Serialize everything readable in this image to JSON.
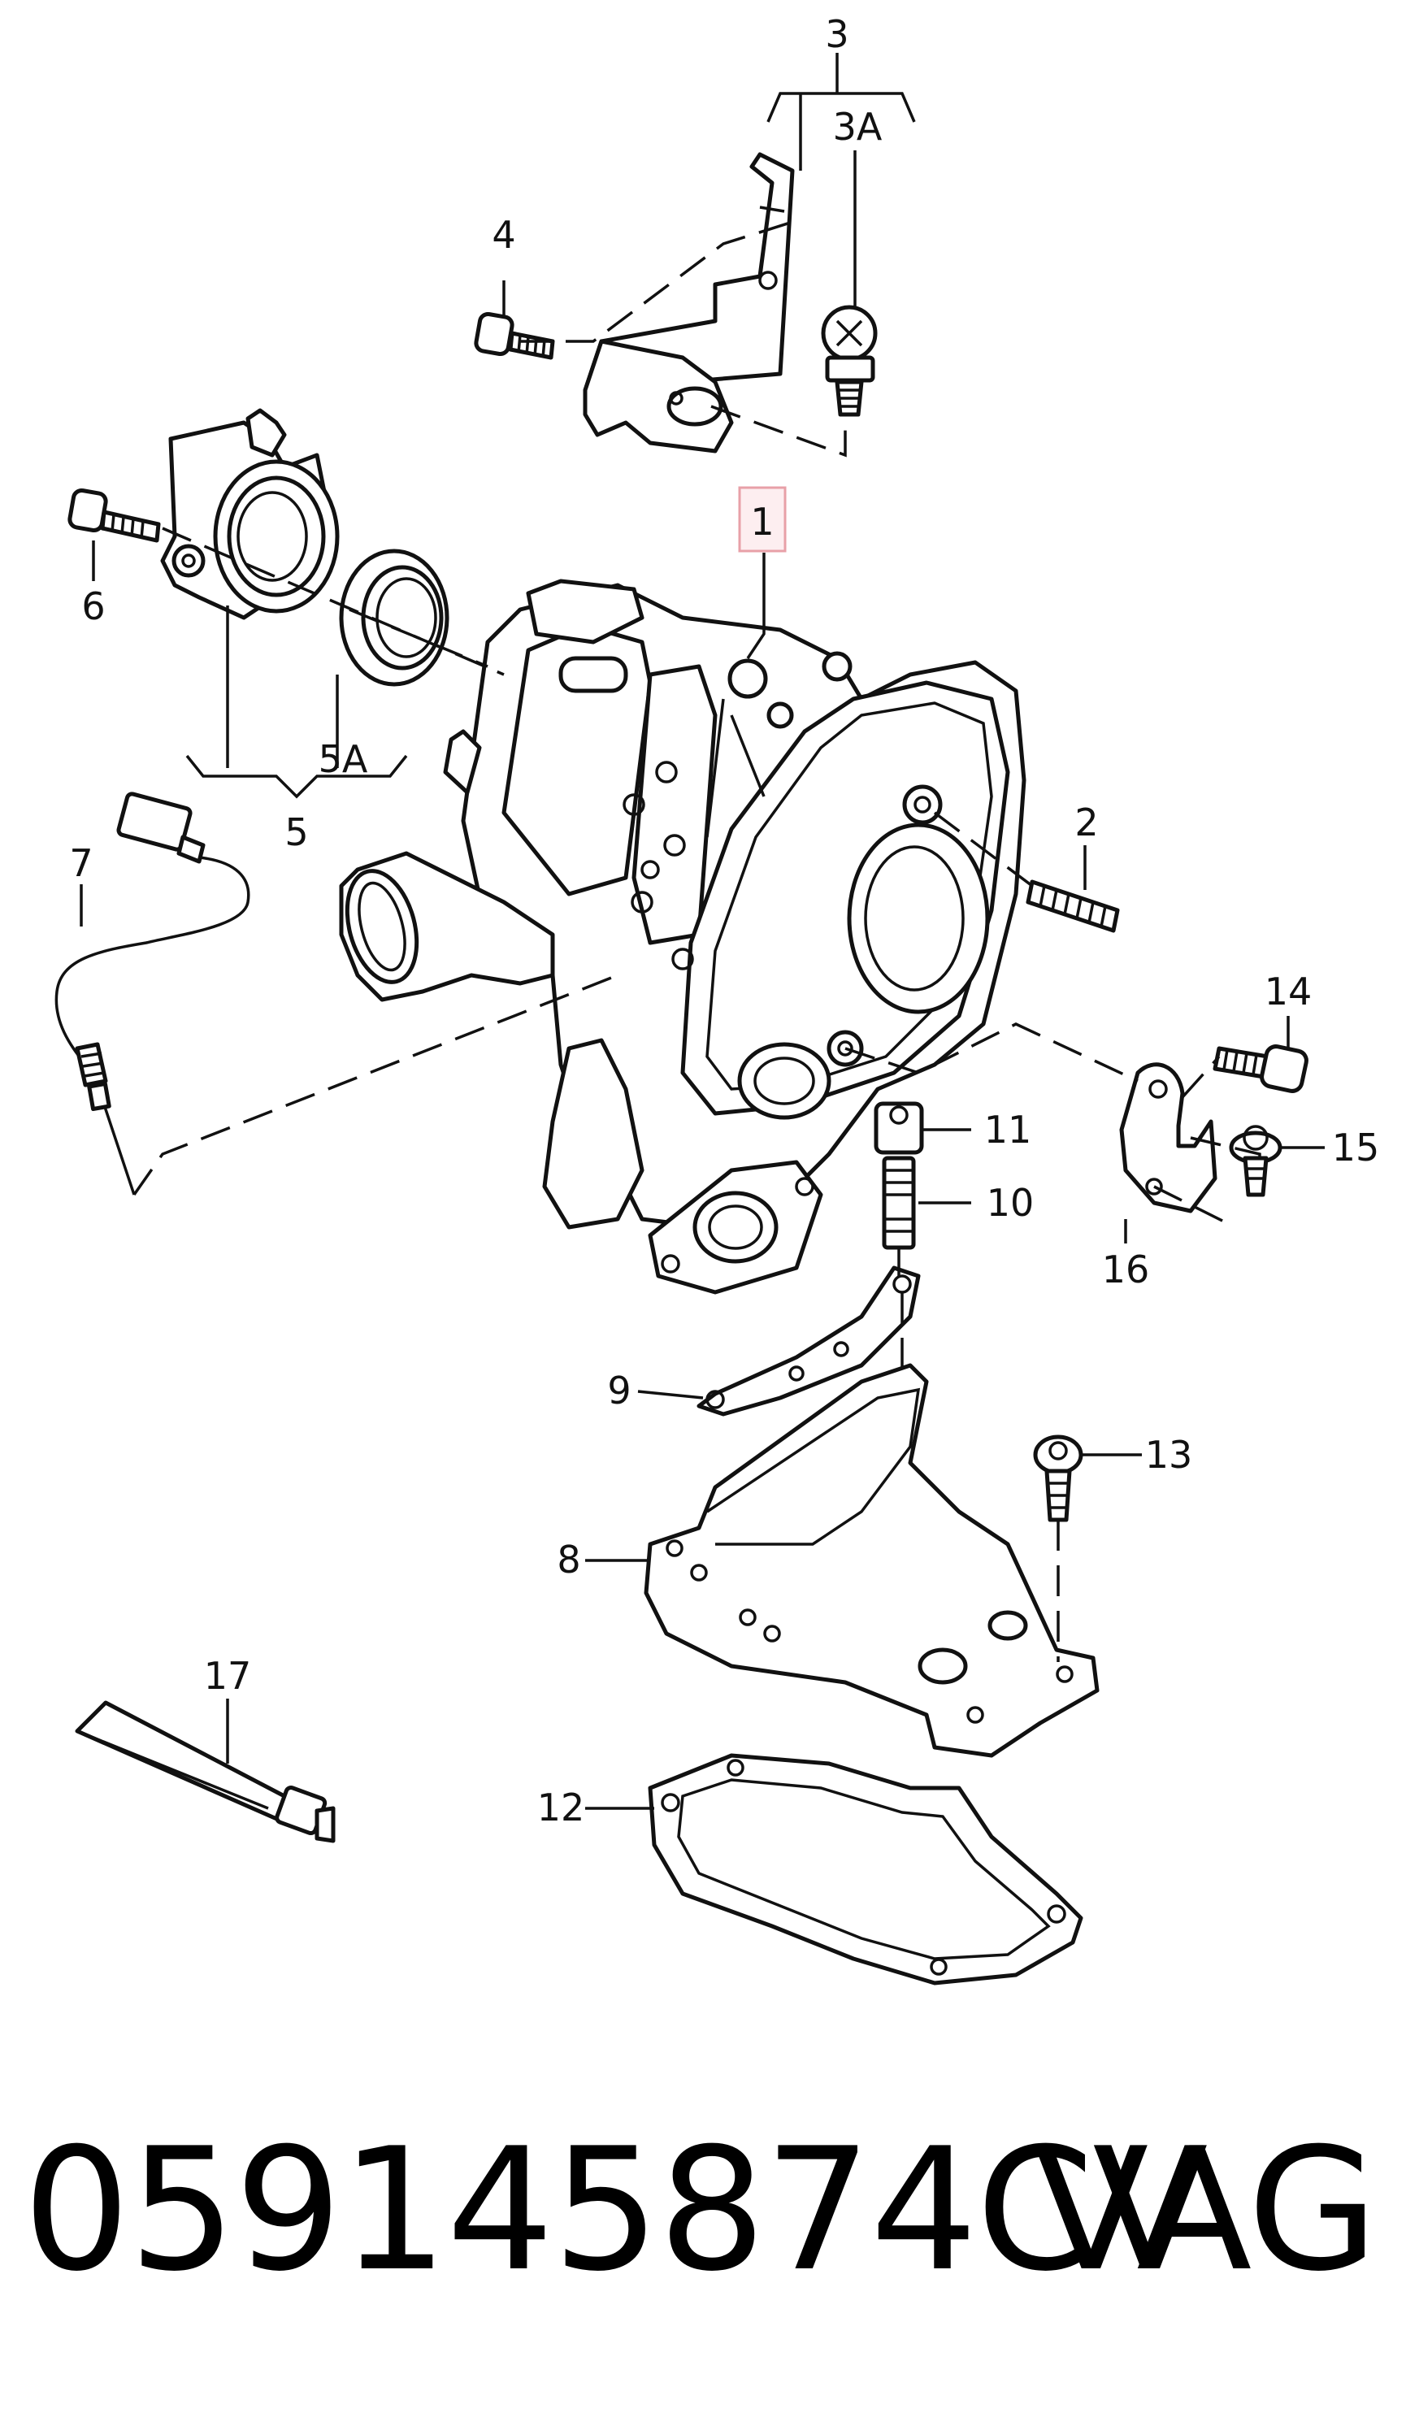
{
  "diagram": {
    "callouts": [
      {
        "id": "c1",
        "label": "1",
        "highlighted": true
      },
      {
        "id": "c2",
        "label": "2"
      },
      {
        "id": "c3",
        "label": "3"
      },
      {
        "id": "c3a",
        "label": "3A"
      },
      {
        "id": "c4",
        "label": "4"
      },
      {
        "id": "c5",
        "label": "5"
      },
      {
        "id": "c5a",
        "label": "5A"
      },
      {
        "id": "c6",
        "label": "6"
      },
      {
        "id": "c7",
        "label": "7"
      },
      {
        "id": "c8",
        "label": "8"
      },
      {
        "id": "c9",
        "label": "9"
      },
      {
        "id": "c10",
        "label": "10"
      },
      {
        "id": "c11",
        "label": "11"
      },
      {
        "id": "c12",
        "label": "12"
      },
      {
        "id": "c13",
        "label": "13"
      },
      {
        "id": "c14",
        "label": "14"
      },
      {
        "id": "c15",
        "label": "15"
      },
      {
        "id": "c16",
        "label": "16"
      },
      {
        "id": "c17",
        "label": "17"
      }
    ],
    "highlight_color": "#e8a0a8"
  },
  "footer": {
    "part_number": "059145874CV",
    "brand": "VAG"
  }
}
